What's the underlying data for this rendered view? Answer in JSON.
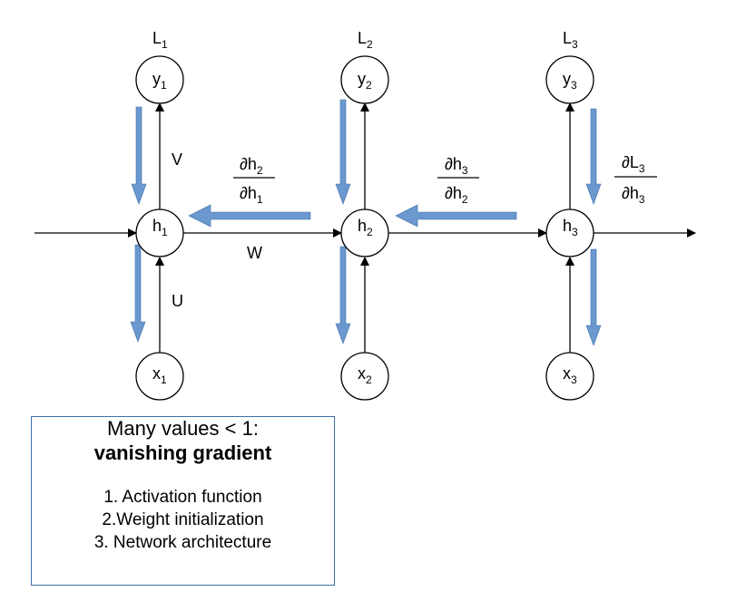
{
  "nodes": {
    "h": [
      {
        "letter": "h",
        "sub": "1"
      },
      {
        "letter": "h",
        "sub": "2"
      },
      {
        "letter": "h",
        "sub": "3"
      }
    ],
    "y": [
      {
        "letter": "y",
        "sub": "1"
      },
      {
        "letter": "y",
        "sub": "2"
      },
      {
        "letter": "y",
        "sub": "3"
      }
    ],
    "x": [
      {
        "letter": "x",
        "sub": "1"
      },
      {
        "letter": "x",
        "sub": "2"
      },
      {
        "letter": "x",
        "sub": "3"
      }
    ],
    "losses": [
      {
        "letter": "L",
        "sub": "1"
      },
      {
        "letter": "L",
        "sub": "2"
      },
      {
        "letter": "L",
        "sub": "3"
      }
    ]
  },
  "weights": {
    "V": "V",
    "W": "W",
    "U": "U"
  },
  "gradients": [
    {
      "num": "∂h",
      "num_sub": "2",
      "den": "∂h",
      "den_sub": "1"
    },
    {
      "num": "∂h",
      "num_sub": "3",
      "den": "∂h",
      "den_sub": "2"
    },
    {
      "num": "∂L",
      "num_sub": "3",
      "den": "∂h",
      "den_sub": "3"
    }
  ],
  "colors": {
    "gradient_arrow": "#6a98cf",
    "gradient_arrow_edge": "#3f6ea8",
    "box_border": "#3f6ea8"
  },
  "info_box": {
    "headline": "Many values < 1:",
    "emphasis": "vanishing gradient",
    "items": [
      "1. Activation function",
      "2.Weight initialization",
      "3. Network architecture"
    ]
  }
}
